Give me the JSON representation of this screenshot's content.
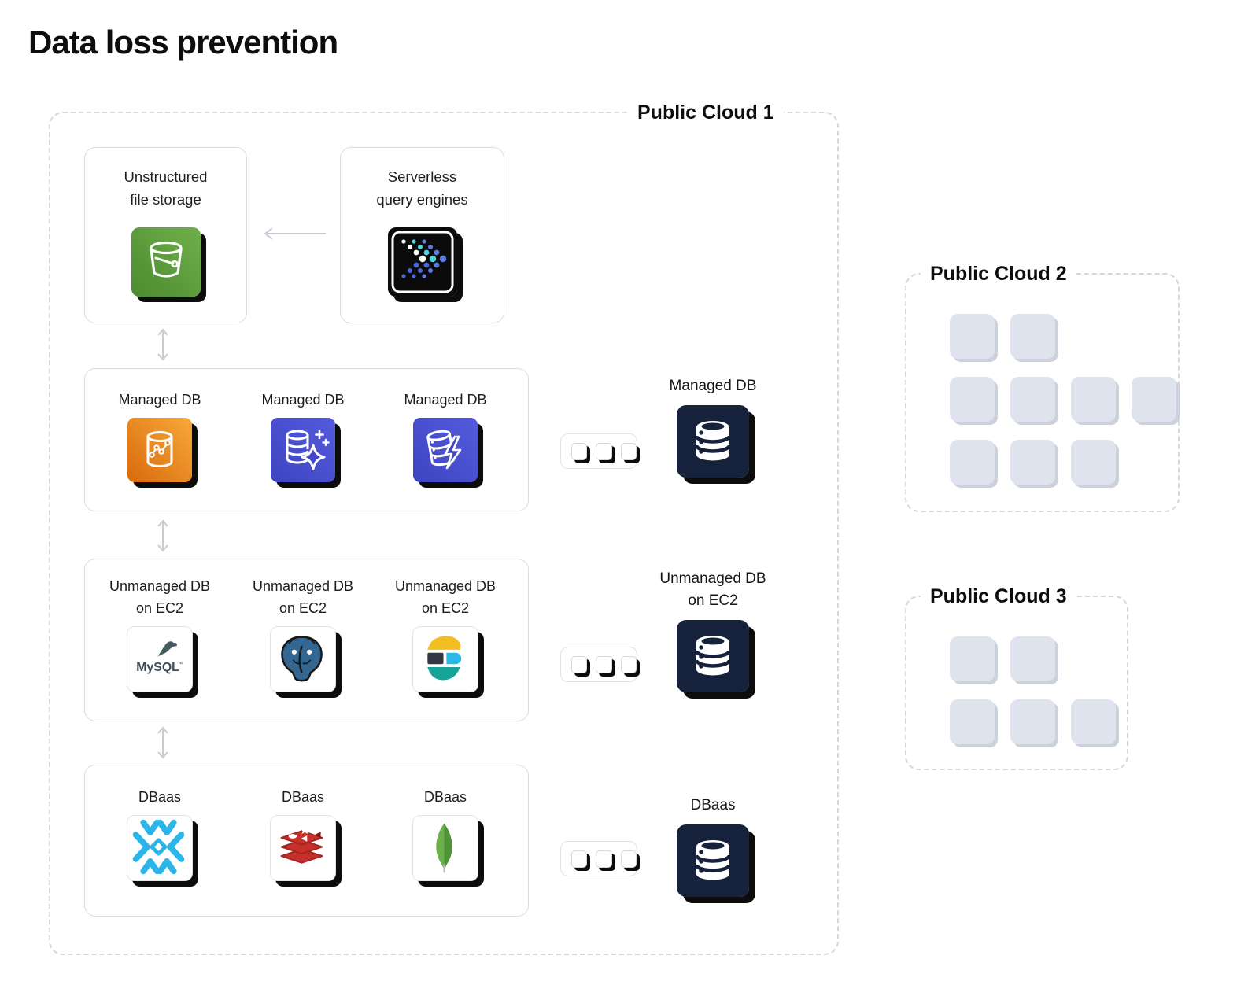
{
  "title": "Data loss prevention",
  "cloud1": {
    "label": "Public Cloud 1",
    "storage_card": {
      "line1": "Unstructured",
      "line2": "file storage",
      "icon": "bucket-icon"
    },
    "serverless_card": {
      "line1": "Serverless",
      "line2": "query engines",
      "icon": "query-engine-dots-icon"
    },
    "managed": {
      "items": [
        {
          "label": "Managed DB",
          "icon": "db-chart-icon"
        },
        {
          "label": "Managed DB",
          "icon": "db-sparkle-icon"
        },
        {
          "label": "Managed DB",
          "icon": "db-lightning-icon"
        }
      ],
      "summary": {
        "label": "Managed DB",
        "icon": "database-stack-icon"
      }
    },
    "unmanaged": {
      "items": [
        {
          "line1": "Unmanaged DB",
          "line2": "on EC2",
          "icon": "mysql-logo-icon"
        },
        {
          "line1": "Unmanaged DB",
          "line2": "on EC2",
          "icon": "postgresql-logo-icon"
        },
        {
          "line1": "Unmanaged DB",
          "line2": "on EC2",
          "icon": "elasticsearch-logo-icon"
        }
      ],
      "summary": {
        "line1": "Unmanaged DB",
        "line2": "on EC2",
        "icon": "database-stack-icon"
      }
    },
    "dbaas": {
      "items": [
        {
          "label": "DBaas",
          "icon": "snowflake-logo-icon"
        },
        {
          "label": "DBaas",
          "icon": "redis-logo-icon"
        },
        {
          "label": "DBaas",
          "icon": "mongodb-logo-icon"
        }
      ],
      "summary": {
        "label": "DBaas",
        "icon": "database-stack-icon"
      }
    },
    "more_indicator_square_count": 3
  },
  "cloud2": {
    "label": "Public Cloud 2",
    "placeholder_rows": [
      2,
      4,
      3
    ]
  },
  "cloud3": {
    "label": "Public Cloud 3",
    "placeholder_rows": [
      2,
      3
    ]
  },
  "logos": {
    "mysql_wordmark": "MySQL"
  },
  "colors": {
    "navy_icon_bg": "#16213C",
    "orange_gradient_start": "#D96A0B",
    "orange_gradient_end": "#F7A93B",
    "indigo_gradient_start": "#3E44C0",
    "indigo_gradient_end": "#545BDC",
    "green_gradient_start": "#4C8A2F",
    "green_gradient_end": "#6FB04A",
    "snowflake_cyan": "#2BB5E8",
    "redis_red": "#C6302B",
    "mongo_green_light": "#6CB04B",
    "mongo_green_dark": "#4E9136",
    "postgres_blue": "#336791",
    "elastic_yellow": "#F4BD24",
    "elastic_cyan": "#28B9E7",
    "elastic_teal": "#17A398",
    "elastic_dark": "#343741",
    "placeholder_square": "#DFE3ED",
    "arrow_gray": "#C8CCD3",
    "dashed_border": "#D4D7DC"
  }
}
